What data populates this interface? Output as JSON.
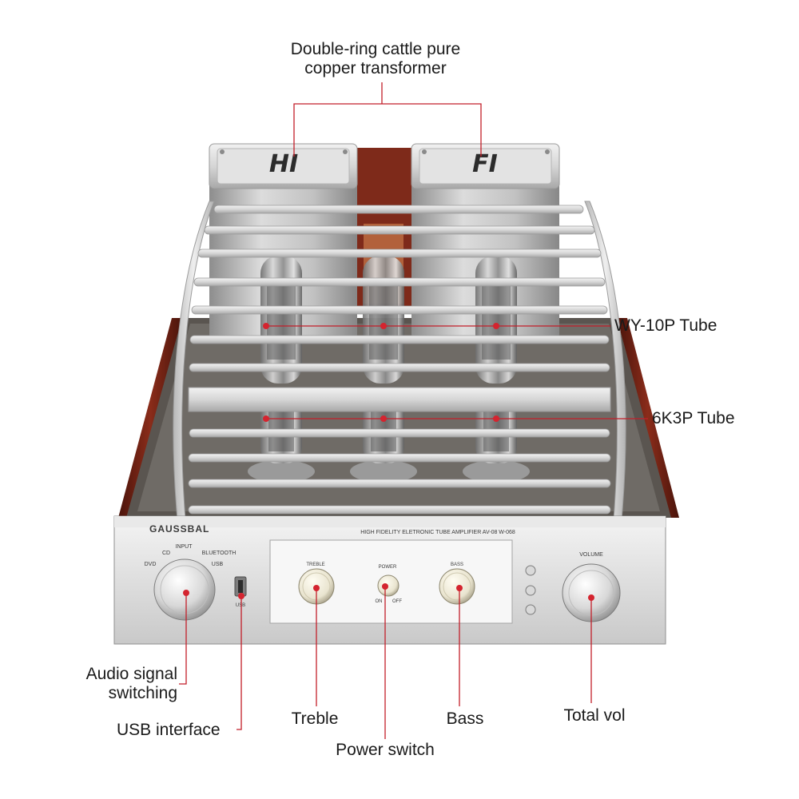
{
  "callouts": {
    "transformer_line1": "Double-ring cattle pure",
    "transformer_line2": "copper transformer",
    "wy10p": "WY-10P Tube",
    "k3p": "6K3P Tube",
    "audio_line1": "Audio signal",
    "audio_line2": "switching",
    "usb": "USB interface",
    "treble": "Treble",
    "power": "Power switch",
    "bass": "Bass",
    "volume": "Total vol"
  },
  "device": {
    "lid_left": "HI",
    "lid_right": "FI",
    "brand": "GAUSSBAL",
    "model_text": "HIGH FIDELITY ELETRONIC TUBE AMPLIFIER AV-08 W-068",
    "input_label": "INPUT",
    "input_cd": "CD",
    "input_dvd": "DVD",
    "input_bluetooth": "BLUETOOTH",
    "input_usb": "USB",
    "usb_port_label": "USB",
    "treble_label": "TREBLE",
    "power_label": "POWER",
    "power_on": "ON",
    "power_off": "OFF",
    "bass_label": "BASS",
    "volume_label": "VOLUME"
  },
  "colors": {
    "callout_line": "#c21f2a",
    "callout_dot": "#d4242f",
    "silver_light": "#e6e6e6",
    "silver_dark": "#a9a9a9",
    "wood": "#7a2416"
  }
}
